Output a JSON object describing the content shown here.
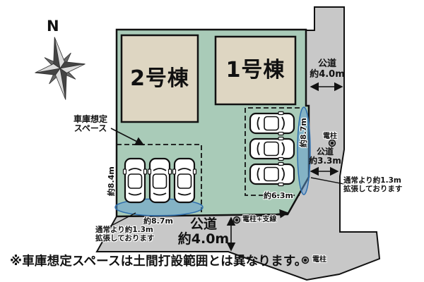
{
  "colors": {
    "plot_green": "#a9cbb8",
    "building_beige": "#ded6c2",
    "road_gray": "#c8c8c8",
    "highlight_blue": "#5f9bd2",
    "line_black": "#111111"
  },
  "compass": {
    "north": "N"
  },
  "site": {
    "building_2": "2号棟",
    "building_1": "1号棟",
    "garage_space_l1": "車庫想定",
    "garage_space_l2": "スペース"
  },
  "roads": {
    "east_l1": "公道",
    "east_l2": "約4.0m",
    "southeast_l1": "公道",
    "southeast_l2": "約3.3m",
    "south_l1": "公道",
    "south_l2": "約4.0m"
  },
  "dimensions": {
    "left_parking_width": "約8.7m",
    "left_parking_depth": "約8.4m",
    "right_parking_width": "約6.3m",
    "right_parking_depth": "約8.7m"
  },
  "notes": {
    "expand_left_l1": "通常より約1.3m",
    "expand_left_l2": "拡張しております",
    "expand_right_l1": "通常より約1.3m",
    "expand_right_l2": "拡張しております",
    "pole_wire": "電柱+支線",
    "pole_east": "電柱",
    "pole_south": "電柱",
    "footer": "※車庫想定スペースは土間打設範囲とは異なります。"
  }
}
